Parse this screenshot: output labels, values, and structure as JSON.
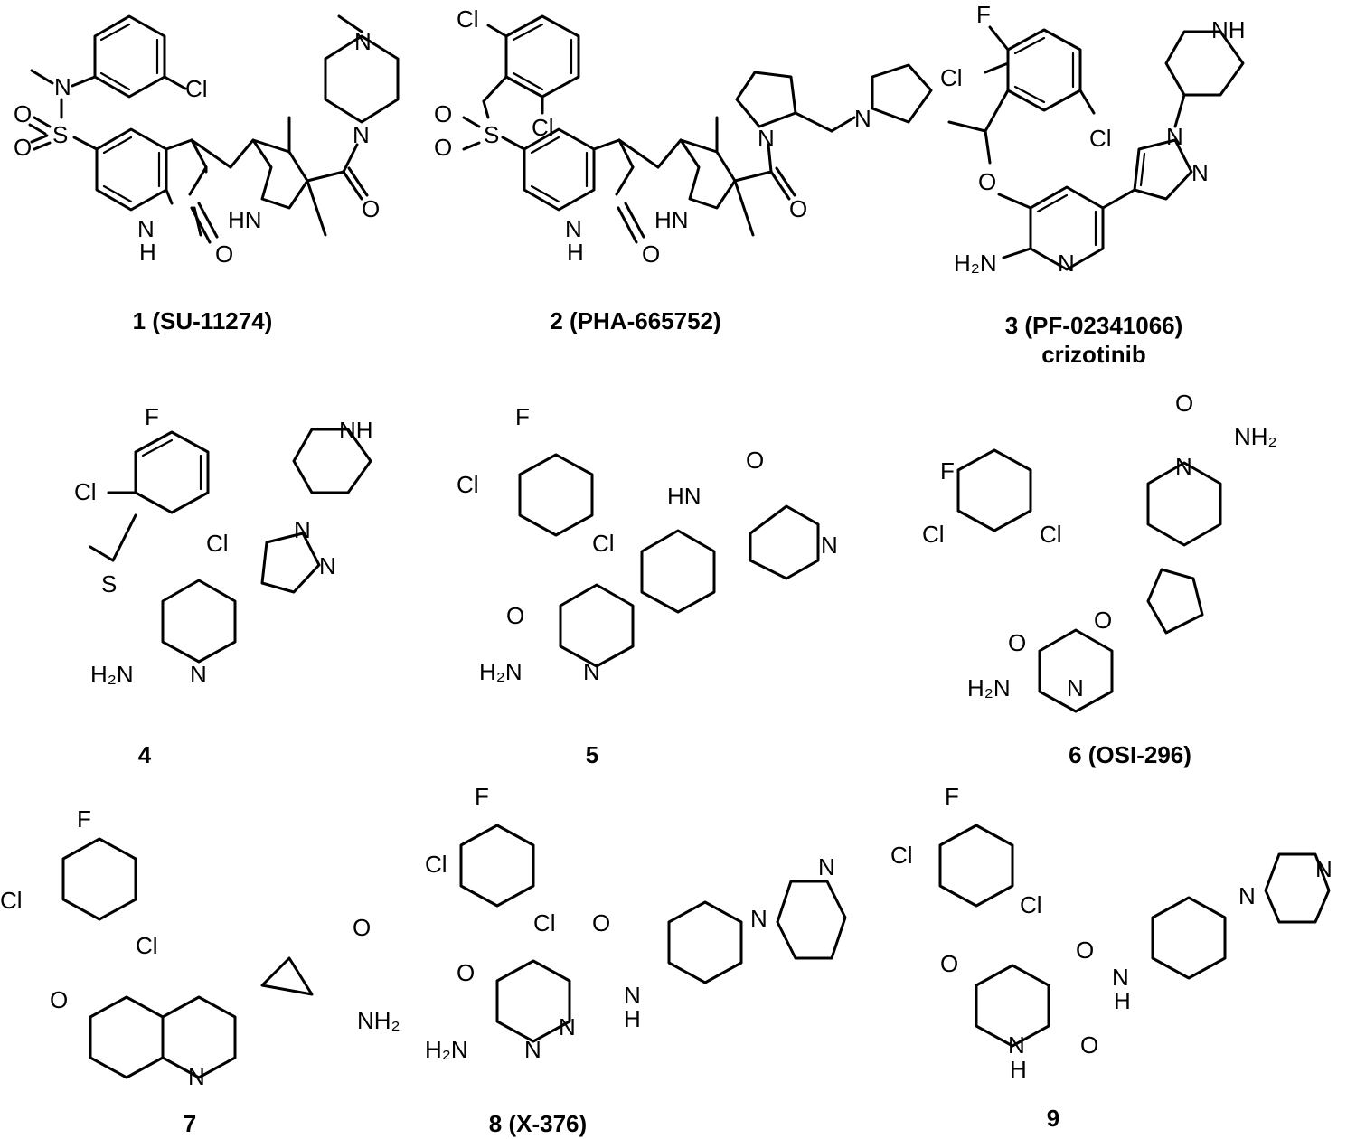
{
  "compounds": [
    {
      "id": "1",
      "label": "1 (SU-11274)"
    },
    {
      "id": "2",
      "label": "2 (PHA-665752)"
    },
    {
      "id": "3",
      "label": "3 (PF-02341066)",
      "sublabel": "crizotinib"
    },
    {
      "id": "4",
      "label": "4"
    },
    {
      "id": "5",
      "label": "5"
    },
    {
      "id": "6",
      "label": "6 (OSI-296)"
    },
    {
      "id": "7",
      "label": "7"
    },
    {
      "id": "8",
      "label": "8 (X-376)"
    },
    {
      "id": "9",
      "label": "9"
    }
  ],
  "atoms": {
    "cl": "Cl",
    "f": "F",
    "n": "N",
    "nh": "NH",
    "hn": "HN",
    "h": "H",
    "o": "O",
    "s": "S",
    "nh2_left": "H₂N",
    "nh2_right": "NH₂"
  }
}
